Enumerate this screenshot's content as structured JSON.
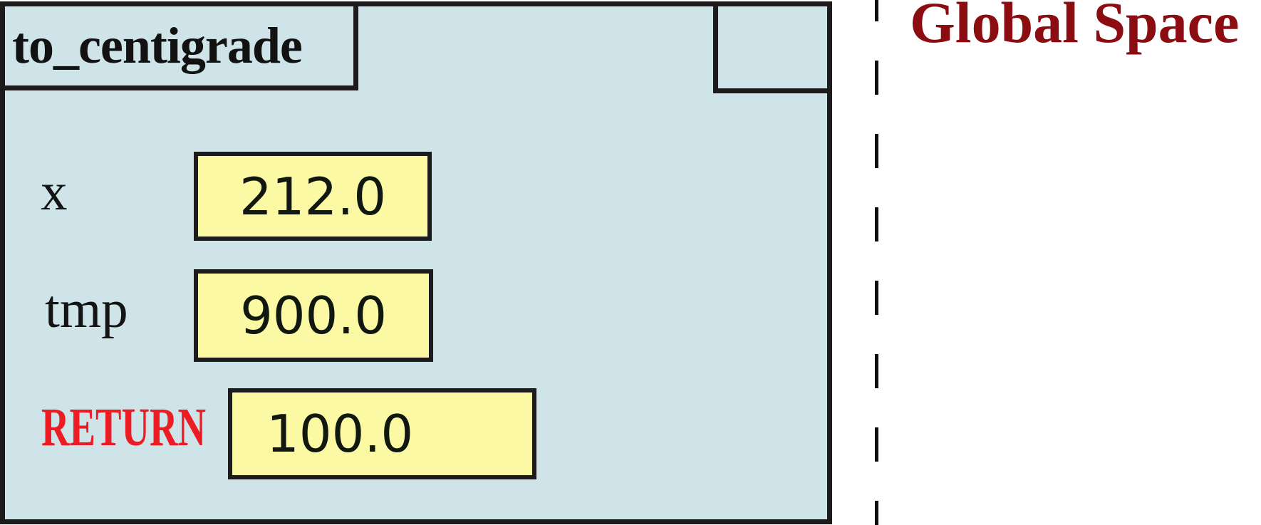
{
  "diagram": {
    "frame": {
      "title": "to_centigrade",
      "variables": [
        {
          "name": "x",
          "value": "212.0"
        },
        {
          "name": "tmp",
          "value": "900.0"
        }
      ],
      "return_row": {
        "label": "RETURN",
        "value": "100.0"
      }
    },
    "global_space": {
      "label": "Global Space"
    },
    "colors": {
      "frame_fill": "#cee4e9",
      "value_box_fill": "#fcf9a5",
      "border": "#1e1b1c",
      "return_label_color": "#ec1c24",
      "global_space_color": "#8b0d12"
    }
  }
}
